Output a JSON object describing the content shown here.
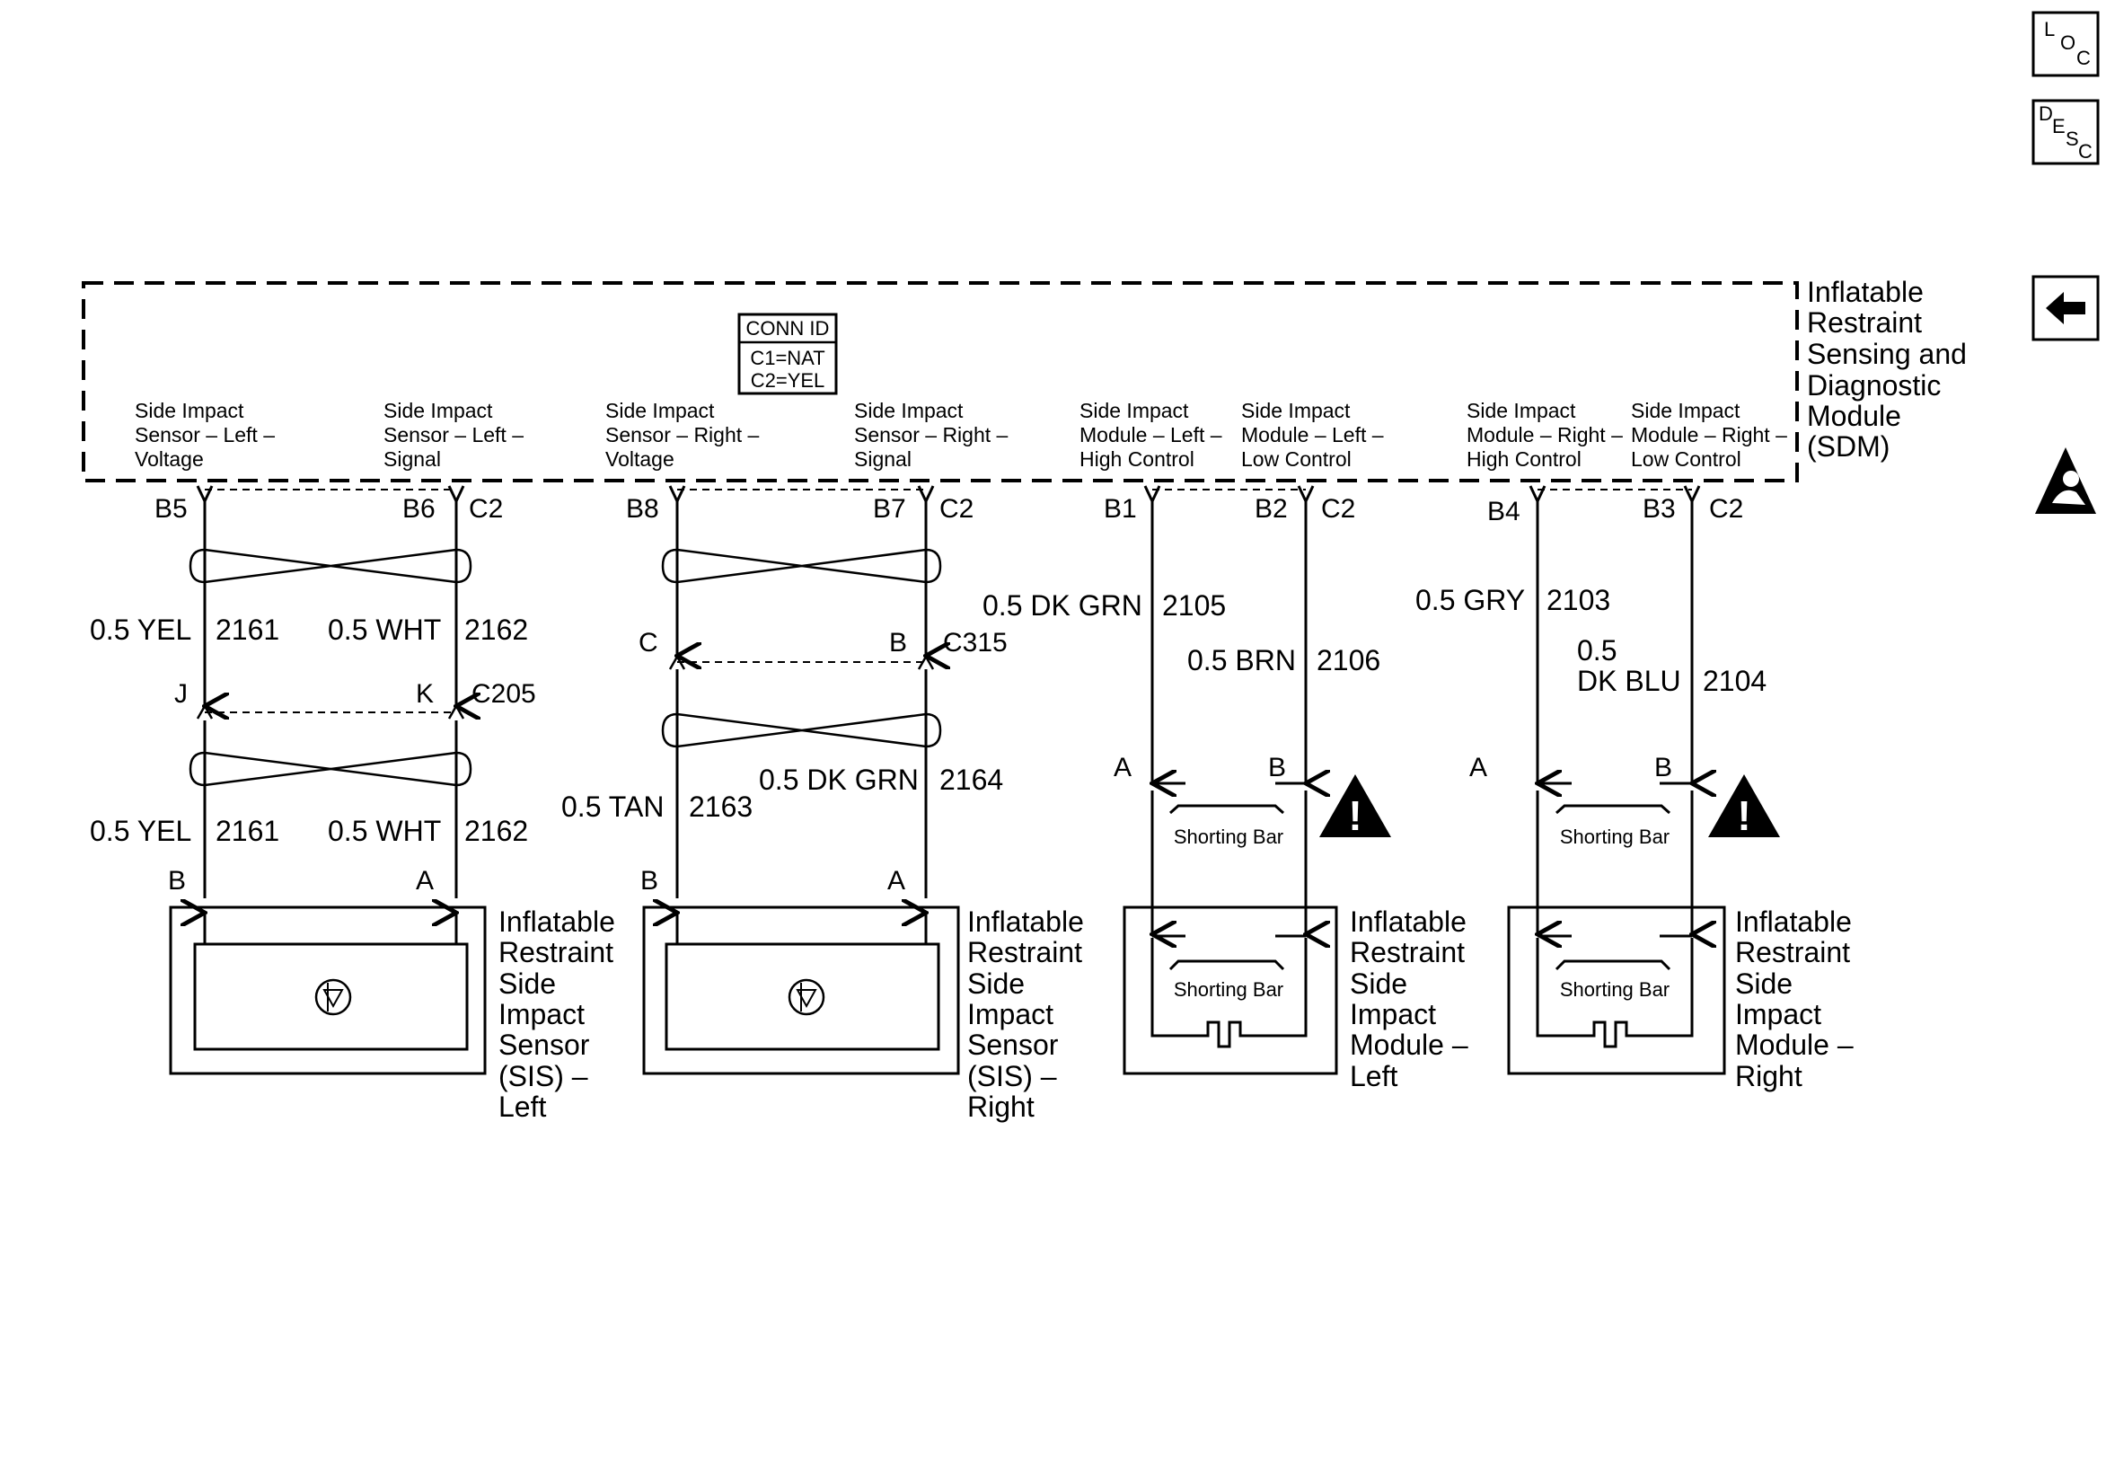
{
  "nav": {
    "loc": {
      "a": "L",
      "b": "O",
      "c": "C"
    },
    "desc": {
      "a": "D",
      "b": "E",
      "c": "S",
      "d": "C"
    },
    "back_glyph": "🡄"
  },
  "sdm": {
    "name_lines": [
      "Inflatable",
      "Restraint",
      "Sensing and",
      "Diagnostic",
      "Module",
      "(SDM)"
    ],
    "conn_id": [
      "CONN ID",
      "C1=NAT",
      "C2=YEL"
    ],
    "circuits": [
      [
        "Side Impact",
        "Sensor – Left –",
        "Voltage"
      ],
      [
        "Side Impact",
        "Sensor – Left –",
        "Signal"
      ],
      [
        "Side Impact",
        "Sensor – Right –",
        "Voltage"
      ],
      [
        "Side Impact",
        "Sensor – Right –",
        "Signal"
      ],
      [
        "Side Impact",
        "Module – Left –",
        "High Control"
      ],
      [
        "Side Impact",
        "Module – Left –",
        "Low Control"
      ],
      [
        "Side Impact",
        "Module – Right –",
        "High Control"
      ],
      [
        "Side Impact",
        "Module – Right –",
        "Low Control"
      ]
    ]
  },
  "pins": {
    "b5": "B5",
    "b6": "B6",
    "c2": "C2",
    "b8": "B8",
    "b7": "B7",
    "b1": "B1",
    "b2": "B2",
    "b4": "B4",
    "b3": "B3",
    "j": "J",
    "k": "K",
    "c205": "C205",
    "c": "C",
    "b": "B",
    "c315": "C315",
    "a": "A"
  },
  "wires": {
    "yel": "0.5 YEL",
    "wht": "0.5 WHT",
    "n2161": "2161",
    "n2162": "2162",
    "tan": "0.5 TAN",
    "n2163": "2163",
    "dkgrn": "0.5 DK GRN",
    "n2164": "2164",
    "n2105": "2105",
    "brn": "0.5 BRN",
    "n2106": "2106",
    "gry": "0.5 GRY",
    "n2103": "2103",
    "n05": "0.5",
    "dkblu": "DK BLU",
    "n2104": "2104"
  },
  "shorting_bar": "Shorting Bar",
  "components": {
    "sis_left": [
      "Inflatable",
      "Restraint",
      "Side",
      "Impact",
      "Sensor",
      "(SIS) –",
      "Left"
    ],
    "sis_right": [
      "Inflatable",
      "Restraint",
      "Side",
      "Impact",
      "Sensor",
      "(SIS) –",
      "Right"
    ],
    "sim_left": [
      "Inflatable",
      "Restraint",
      "Side",
      "Impact",
      "Module –",
      "Left"
    ],
    "sim_right": [
      "Inflatable",
      "Restraint",
      "Side",
      "Impact",
      "Module –",
      "Right"
    ]
  },
  "warning_glyph": "!"
}
